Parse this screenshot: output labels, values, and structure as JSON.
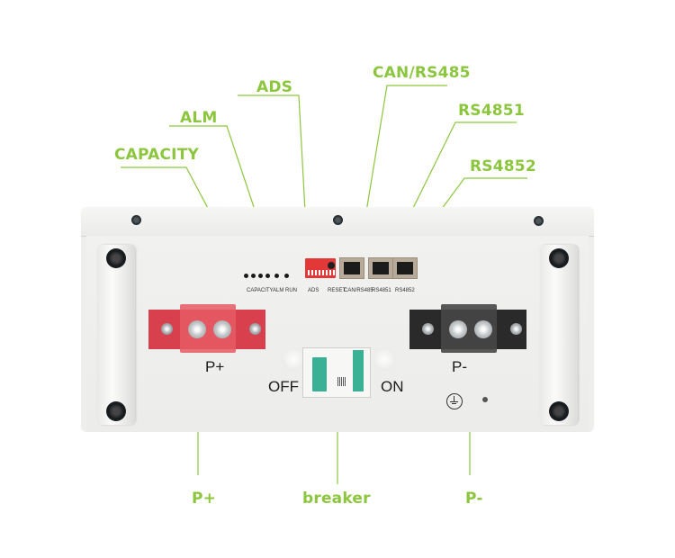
{
  "callouts": {
    "capacity": "CAPACITY",
    "alm": "ALM",
    "ads": "ADS",
    "can_rs485": "CAN/RS485",
    "rs4851": "RS4851",
    "rs4852": "RS4852",
    "p_plus": "P+",
    "breaker": "breaker",
    "p_minus": "P-"
  },
  "panel_labels": {
    "capacity": "CAPACITY",
    "alm_run": "ALM RUN",
    "ads": "ADS",
    "reset": "RESET",
    "can_rs485": "CAN/RS485",
    "rs4851": "RS4851",
    "rs4852": "RS4852"
  },
  "terminals": {
    "positive": "P+",
    "negative": "P-"
  },
  "breaker_switch": {
    "off_label": "OFF",
    "on_label": "ON"
  },
  "colors": {
    "callout": "#8cc63f",
    "positive_terminal": "#d8404e",
    "negative_terminal": "#2a2a2a",
    "breaker_accent": "#3ab195"
  }
}
